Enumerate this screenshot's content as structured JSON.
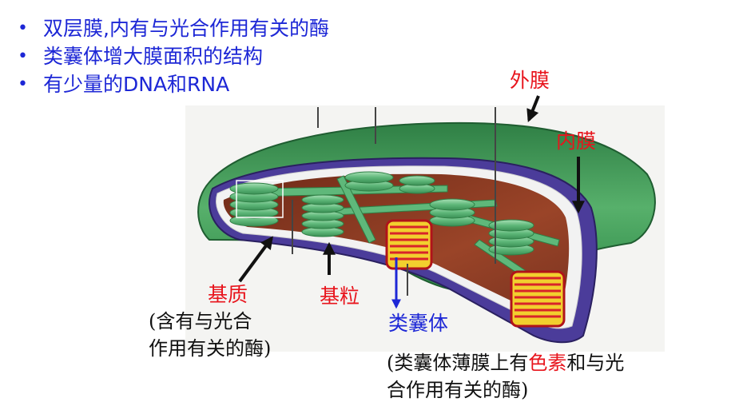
{
  "bullets": [
    "双层膜,内有与光合作用有关的酶",
    "类囊体增大膜面积的结构",
    "有少量的DNA和RNA"
  ],
  "labels": {
    "outer_membrane": "外膜",
    "inner_membrane": "内膜",
    "stroma": "基质",
    "stroma_note_1": "(含有与光合",
    "stroma_note_2": "作用有关的酶)",
    "granum": "基粒",
    "thylakoid": "类囊体",
    "thylakoid_note_1a": "(类囊体薄膜上有",
    "thylakoid_note_1b": "色素",
    "thylakoid_note_1c": "和与光",
    "thylakoid_note_2": "合作用有关的酶)"
  },
  "colors": {
    "bullet_text": "#1d27d6",
    "label_red": "#e8141c",
    "outer_membrane": "#3f9a55",
    "inner_membrane": "#4b3c9a",
    "stroma": "#8a3a22",
    "granum": "#6cc08a",
    "thylakoid_red": "#d8232a",
    "thylakoid_yellow": "#f2cf2e"
  }
}
